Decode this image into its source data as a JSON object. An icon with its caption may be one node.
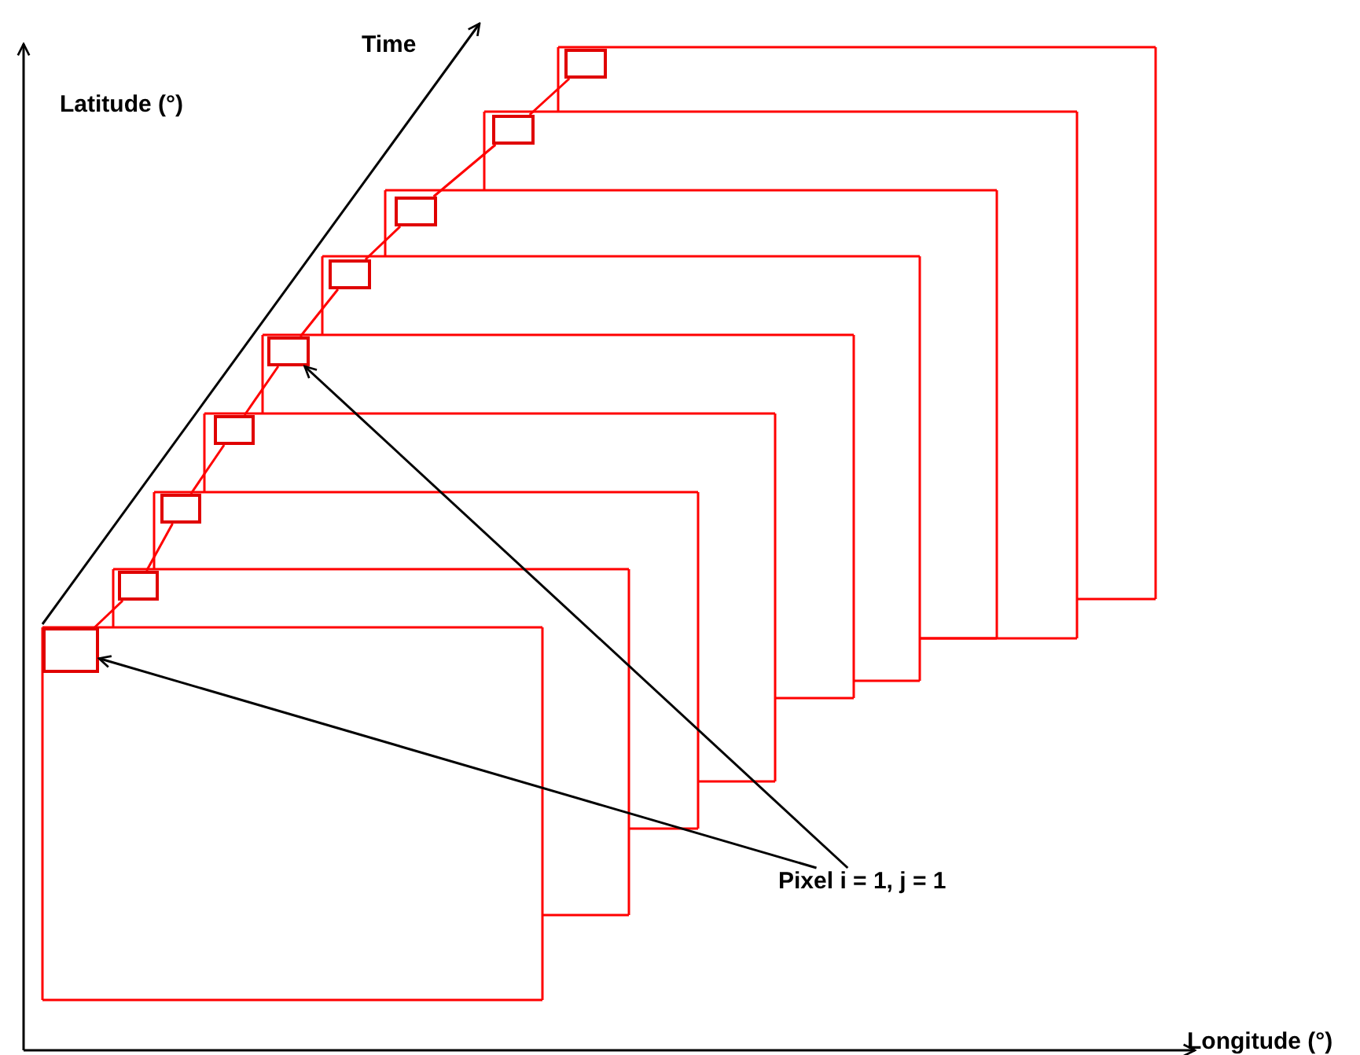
{
  "diagram": {
    "nodes": [
      {
        "text": [],
        "shape": "box"
      },
      {
        "text": [],
        "shape": "box",
        "in": 0
      },
      {
        "text": [],
        "shape": "box"
      },
      {
        "text": [],
        "shape": "box",
        "in": 2
      },
      {
        "text": [],
        "shape": "box"
      },
      {
        "text": [],
        "shape": "box",
        "in": 4
      },
      {
        "text": [],
        "shape": "box"
      },
      {
        "text": [],
        "shape": "box",
        "in": 6
      },
      {
        "text": [],
        "shape": "box"
      },
      {
        "text": [],
        "shape": "box",
        "in": 8
      },
      {
        "text": [],
        "shape": "box"
      },
      {
        "text": [],
        "shape": "box",
        "in": 10
      },
      {
        "text": [],
        "shape": "box"
      },
      {
        "text": [],
        "shape": "box",
        "in": 12
      },
      {
        "text": [],
        "shape": "box"
      },
      {
        "text": [],
        "shape": "box",
        "in": 14
      },
      {
        "text": [],
        "shape": "box"
      },
      {
        "text": [],
        "shape": "box",
        "in": 16
      },
      {
        "text": [
          "Pixel i = 1, j = 1"
        ]
      }
    ],
    "edges": [
      {
        "from": 1,
        "to": 3,
        "arrow": "none",
        "color": "#ff0000"
      },
      {
        "from": 3,
        "to": 5,
        "arrow": "none",
        "color": "#ff0000"
      },
      {
        "from": 5,
        "to": 7,
        "arrow": "none",
        "color": "#ff0000"
      },
      {
        "from": 7,
        "to": 9,
        "arrow": "none",
        "color": "#ff0000"
      },
      {
        "from": 9,
        "to": 11,
        "arrow": "none",
        "color": "#ff0000"
      },
      {
        "from": 11,
        "to": 13,
        "arrow": "none",
        "color": "#ff0000"
      },
      {
        "from": 13,
        "to": 15,
        "arrow": "none",
        "color": "#ff0000"
      },
      {
        "from": 15,
        "to": 17,
        "arrow": "none",
        "color": "#ff0000"
      },
      {
        "from": 18,
        "to": 1,
        "arrow": "to",
        "color": "#000000"
      },
      {
        "from": 18,
        "to": 9,
        "arrow": "to",
        "color": "#000000"
      }
    ],
    "labels": [
      "Time",
      "Latitude (°)",
      "Longitude (°)"
    ]
  }
}
